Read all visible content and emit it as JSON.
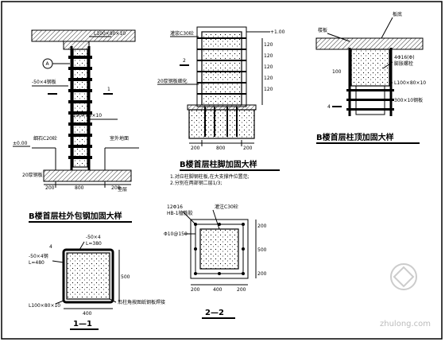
{
  "sheet": {
    "colors": {
      "line": "#000000",
      "background": "#ffffff",
      "watermark": "#bbbbbb"
    }
  },
  "detail_a": {
    "title": "B楼首层柱外包钢加固大样",
    "labels": {
      "angle_top": "L100×80×10",
      "plate_side": "-50×4钢板",
      "angle_mid": "L100×80×10",
      "elev": "±0.00",
      "layer": "细石C20砼",
      "slab": "20厚钢板",
      "soil": "室外地面",
      "pad": "垫层",
      "dim_left": "200",
      "dim_mid": "800",
      "dim_right": "200",
      "section_mark": "1",
      "axis_mark": "A"
    }
  },
  "detail_b": {
    "title": "B楼首层柱脚加固大样",
    "labels": {
      "grout": "灌浆C30砼",
      "elev": "+1.00",
      "plate": "20厚钢板细化",
      "section_mark": "2",
      "dim_1": "200",
      "dim_2": "800",
      "dim_3": "200",
      "v1": "120",
      "v2": "120",
      "v3": "120",
      "v4": "120",
      "v5": "120",
      "note_1": "1.对应柱脚钢柱板,在大支撑件位置范;",
      "note_2": "2.分别在两部钢二层1/3;"
    }
  },
  "detail_c": {
    "title": "B楼首层柱顶加固大样",
    "labels": {
      "beam": "楼板",
      "slab": "板底",
      "anchor": "4Φ16(Φ)",
      "anchor_sub": "膨胀螺栓",
      "angle": "L100×80×10",
      "plate": "300×10钢板",
      "mark": "4",
      "dim": "100"
    }
  },
  "section_1": {
    "title": "1—1",
    "labels": {
      "plate_top": "-50×4",
      "plate_top_len": "L=380",
      "plate_left": "-50×4钢",
      "plate_left_len": "L=480",
      "angle": "L100×80×10",
      "note": "沿柱角按图纸钢板焊接",
      "dim_w": "400",
      "dim_h": "500",
      "mark": "4"
    }
  },
  "section_2": {
    "title": "2—2",
    "labels": {
      "rebar": "12Φ16",
      "rebar_sub": "HB-1植筋胶",
      "grout": "灌注C30砼",
      "tie": "Φ10@150",
      "dim_200a": "200",
      "dim_400": "400",
      "dim_200b": "200",
      "dim_v1": "200",
      "dim_v2": "500",
      "dim_v3": "200"
    }
  },
  "watermark": {
    "text": "zhulong.com"
  }
}
